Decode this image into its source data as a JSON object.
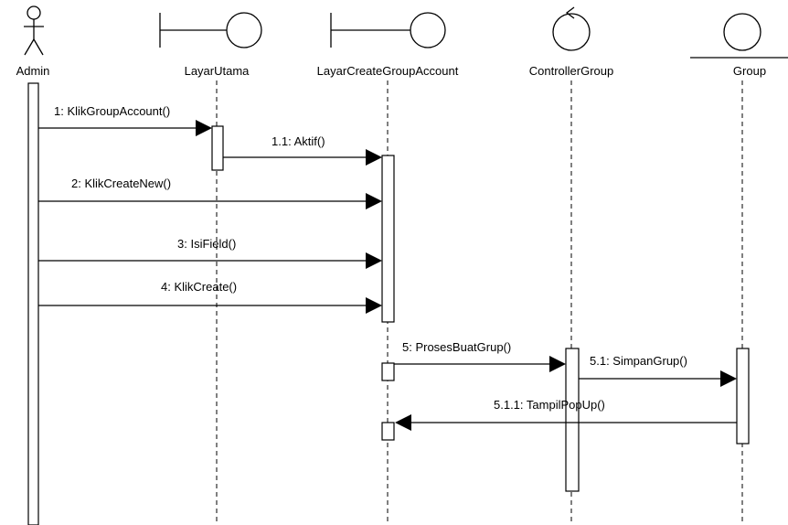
{
  "participants": [
    {
      "id": "admin",
      "label": "Admin",
      "kind": "actor"
    },
    {
      "id": "layarutama",
      "label": "LayarUtama",
      "kind": "boundary"
    },
    {
      "id": "layarcreate",
      "label": "LayarCreateGroupAccount",
      "kind": "boundary"
    },
    {
      "id": "controller",
      "label": "ControllerGroup",
      "kind": "control"
    },
    {
      "id": "group",
      "label": "Group",
      "kind": "entity"
    }
  ],
  "messages": [
    {
      "id": "m1",
      "label": "1: KlikGroupAccount()",
      "from": "admin",
      "to": "layarutama"
    },
    {
      "id": "m2",
      "label": "1.1: Aktif()",
      "from": "layarutama",
      "to": "layarcreate"
    },
    {
      "id": "m3",
      "label": "2: KlikCreateNew()",
      "from": "admin",
      "to": "layarcreate"
    },
    {
      "id": "m4",
      "label": "3: IsiField()",
      "from": "admin",
      "to": "layarcreate"
    },
    {
      "id": "m5",
      "label": "4: KlikCreate()",
      "from": "admin",
      "to": "layarcreate"
    },
    {
      "id": "m6",
      "label": "5: ProsesBuatGrup()",
      "from": "layarcreate",
      "to": "controller"
    },
    {
      "id": "m7",
      "label": "5.1: SimpanGrup()",
      "from": "controller",
      "to": "group"
    },
    {
      "id": "m8",
      "label": "5.1.1: TampilPopUp()",
      "from": "group",
      "to": "layarcreate"
    }
  ]
}
